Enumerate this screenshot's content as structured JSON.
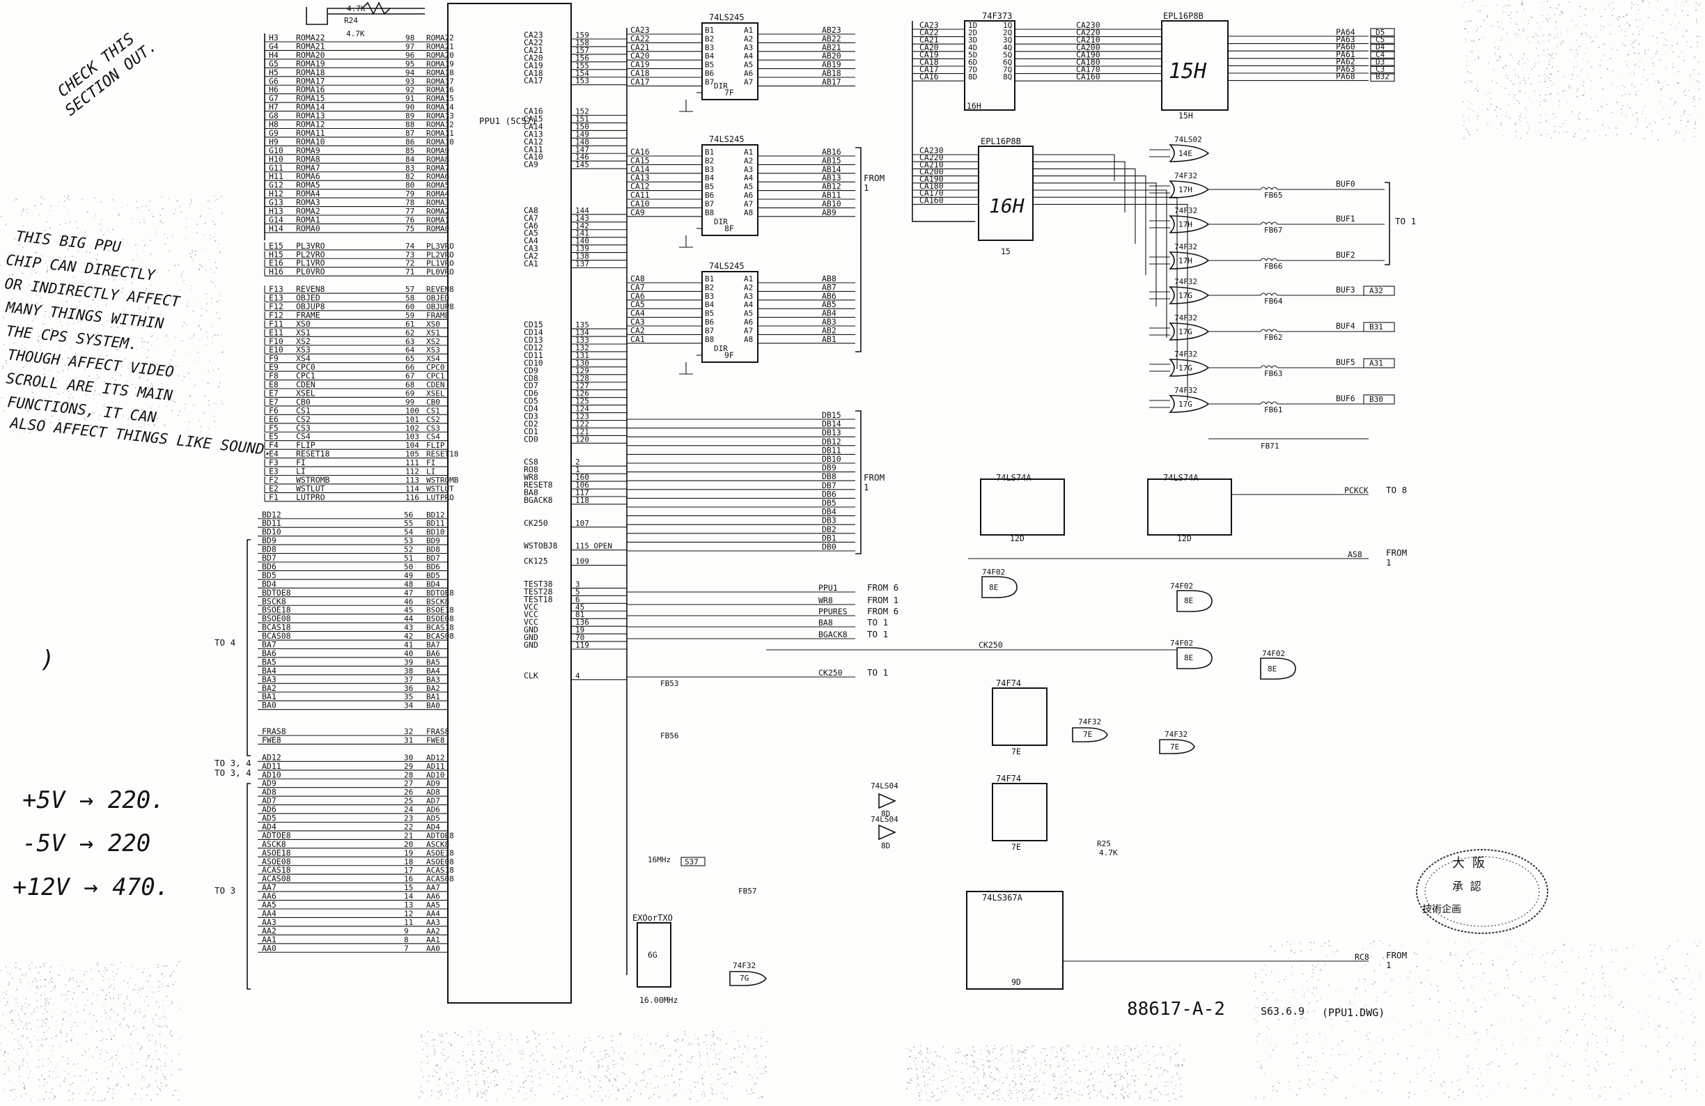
{
  "labels": {
    "r24_val_top": "4.7K",
    "r24_ref": "R24",
    "r24_val_bot": "4.7K",
    "ppu_chip": "PPU1 (5C57)",
    "to4": "TO 4",
    "to34a": "TO 3, 4",
    "to34b": "TO 3, 4",
    "to3": "TO 3",
    "to1": "TO 1",
    "from1a": "FROM",
    "one_a": "1",
    "from1b": "FROM",
    "one_b": "1"
  },
  "chips": {
    "f373": {
      "name": "74F373",
      "ref": "16H"
    },
    "epl15h": {
      "name": "EPL16P8B",
      "hand": "15H",
      "ref": "15H"
    },
    "epl16h": {
      "name": "EPL16P8B",
      "hand": "16H",
      "ref": "15"
    },
    "ff1": {
      "name": "74LS74A",
      "ref": "12D"
    },
    "ff2": {
      "name": "74LS74A",
      "ref": "12D"
    },
    "f74a": {
      "name": "74F74",
      "ref": "7E"
    },
    "f74b": {
      "name": "74F74",
      "ref": "7E"
    },
    "ls367": {
      "name": "74LS367A",
      "ref": "9D"
    },
    "osc": {
      "name": "EXOorTXO",
      "ref": "6G",
      "freq": "16.00MHz"
    }
  },
  "left_pins": [
    [
      "H3",
      "ROMA22",
      "98"
    ],
    [
      "G4",
      "ROMA21",
      "97"
    ],
    [
      "H4",
      "ROMA20",
      "96"
    ],
    [
      "G5",
      "ROMA19",
      "95"
    ],
    [
      "H5",
      "ROMA18",
      "94"
    ],
    [
      "G6",
      "ROMA17",
      "93"
    ],
    [
      "H6",
      "ROMA16",
      "92"
    ],
    [
      "G7",
      "ROMA15",
      "91"
    ],
    [
      "H7",
      "ROMA14",
      "90"
    ],
    [
      "G8",
      "ROMA13",
      "89"
    ],
    [
      "H8",
      "ROMA12",
      "88"
    ],
    [
      "G9",
      "ROMA11",
      "87"
    ],
    [
      "H9",
      "ROMA10",
      "86"
    ],
    [
      "G10",
      "ROMA9",
      "85"
    ],
    [
      "H10",
      "ROMA8",
      "84"
    ],
    [
      "G11",
      "ROMA7",
      "83"
    ],
    [
      "H11",
      "ROMA6",
      "82"
    ],
    [
      "G12",
      "ROMA5",
      "80"
    ],
    [
      "H12",
      "ROMA4",
      "79"
    ],
    [
      "G13",
      "ROMA3",
      "78"
    ],
    [
      "H13",
      "ROMA2",
      "77"
    ],
    [
      "G14",
      "ROMA1",
      "76"
    ],
    [
      "H14",
      "ROMA0",
      "75"
    ],
    [
      "",
      "",
      ""
    ],
    [
      "E15",
      "PL3VRO",
      "74"
    ],
    [
      "H15",
      "PL2VRO",
      "73"
    ],
    [
      "E16",
      "PL1VRO",
      "72"
    ],
    [
      "H16",
      "PL0VRO",
      "71"
    ],
    [
      "",
      "",
      ""
    ],
    [
      "F13",
      "REVEN8",
      "57"
    ],
    [
      "E13",
      "OBJED",
      "58"
    ],
    [
      "F12",
      "OBJUP8",
      "60"
    ],
    [
      "F12",
      "FRAME",
      "59"
    ],
    [
      "F11",
      "XS0",
      "61"
    ],
    [
      "E11",
      "XS1",
      "62"
    ],
    [
      "F10",
      "XS2",
      "63"
    ],
    [
      "E10",
      "XS3",
      "64"
    ],
    [
      "F9",
      "XS4",
      "65"
    ],
    [
      "E9",
      "CPC0",
      "66"
    ],
    [
      "F8",
      "CPC1",
      "67"
    ],
    [
      "E8",
      "CDEN",
      "68"
    ],
    [
      "E7",
      "XSEL",
      "69"
    ],
    [
      "E7",
      "CB0",
      "99"
    ],
    [
      "F6",
      "CS1",
      "100"
    ],
    [
      "E6",
      "CS2",
      "101"
    ],
    [
      "F5",
      "CS3",
      "102"
    ],
    [
      "E5",
      "CS4",
      "103"
    ],
    [
      "F4",
      "FLIP",
      "104"
    ],
    [
      "E4",
      "RESET18",
      "105"
    ],
    [
      "F3",
      "FI",
      "111"
    ],
    [
      "E3",
      "LI",
      "112"
    ],
    [
      "F2",
      "WSTROMB",
      "113"
    ],
    [
      "E2",
      "WSTLUT",
      "114"
    ],
    [
      "F1",
      "LUTPRO",
      "116"
    ],
    [
      "",
      "",
      ""
    ],
    [
      "BD12",
      "",
      "56"
    ],
    [
      "BD11",
      "",
      "55"
    ],
    [
      "BD10",
      "",
      "54"
    ],
    [
      "BD9",
      "",
      "53"
    ],
    [
      "BD8",
      "",
      "52"
    ],
    [
      "BD7",
      "",
      "51"
    ],
    [
      "BD6",
      "",
      "50"
    ],
    [
      "BD5",
      "",
      "49"
    ],
    [
      "BD4",
      "",
      "48"
    ],
    [
      "BDTOE8",
      "",
      "47"
    ],
    [
      "BSCK8",
      "",
      "46"
    ],
    [
      "BSOE18",
      "",
      "45"
    ],
    [
      "BSOE08",
      "",
      "44"
    ],
    [
      "BCAS18",
      "",
      "43"
    ],
    [
      "BCAS08",
      "",
      "42"
    ],
    [
      "BA7",
      "",
      "41"
    ],
    [
      "BA6",
      "",
      "40"
    ],
    [
      "BA5",
      "",
      "39"
    ],
    [
      "BA4",
      "",
      "38"
    ],
    [
      "BA3",
      "",
      "37"
    ],
    [
      "BA2",
      "",
      "36"
    ],
    [
      "BA1",
      "",
      "35"
    ],
    [
      "BA0",
      "",
      "34"
    ],
    [
      "",
      "",
      ""
    ],
    [
      "",
      "",
      ""
    ],
    [
      "FRAS8",
      "",
      "32"
    ],
    [
      "FWE8",
      "",
      "31"
    ],
    [
      "",
      "",
      ""
    ],
    [
      "AD12",
      "",
      "30"
    ],
    [
      "AD11",
      "",
      "29"
    ],
    [
      "AD10",
      "",
      "28"
    ],
    [
      "AD9",
      "",
      "27"
    ],
    [
      "AD8",
      "",
      "26"
    ],
    [
      "AD7",
      "",
      "25"
    ],
    [
      "AD6",
      "",
      "24"
    ],
    [
      "AD5",
      "",
      "23"
    ],
    [
      "AD4",
      "",
      "22"
    ],
    [
      "ADTOE8",
      "",
      "21"
    ],
    [
      "ASCK8",
      "",
      "20"
    ],
    [
      "ASOE18",
      "",
      "19"
    ],
    [
      "ASOE08",
      "",
      "18"
    ],
    [
      "ACAS18",
      "",
      "17"
    ],
    [
      "ACAS08",
      "",
      "16"
    ],
    [
      "AA7",
      "",
      "15"
    ],
    [
      "AA6",
      "",
      "14"
    ],
    [
      "AA5",
      "",
      "13"
    ],
    [
      "AA4",
      "",
      "12"
    ],
    [
      "AA3",
      "",
      "11"
    ],
    [
      "AA2",
      "",
      "9"
    ],
    [
      "AA1",
      "",
      "8"
    ],
    [
      "AA0",
      "",
      "7"
    ]
  ],
  "right_pins": [
    [
      "CA23",
      "159"
    ],
    [
      "CA22",
      "158"
    ],
    [
      "CA21",
      "157"
    ],
    [
      "CA20",
      "156"
    ],
    [
      "CA19",
      "155"
    ],
    [
      "CA18",
      "154"
    ],
    [
      "CA17",
      "153"
    ],
    [
      "",
      ""
    ],
    [
      "",
      ""
    ],
    [
      "",
      ""
    ],
    [
      "CA16",
      "152"
    ],
    [
      "CA15",
      "151"
    ],
    [
      "CA14",
      "150"
    ],
    [
      "CA13",
      "149"
    ],
    [
      "CA12",
      "148"
    ],
    [
      "CA11",
      "147"
    ],
    [
      "CA10",
      "146"
    ],
    [
      "CA9",
      "145"
    ],
    [
      "",
      ""
    ],
    [
      "",
      ""
    ],
    [
      "",
      ""
    ],
    [
      "",
      ""
    ],
    [
      "",
      ""
    ],
    [
      "CA8",
      "144"
    ],
    [
      "CA7",
      "143"
    ],
    [
      "CA6",
      "142"
    ],
    [
      "CA5",
      "141"
    ],
    [
      "CA4",
      "140"
    ],
    [
      "CA3",
      "139"
    ],
    [
      "CA2",
      "138"
    ],
    [
      "CA1",
      "137"
    ],
    [
      "",
      ""
    ],
    [
      "",
      ""
    ],
    [
      "",
      ""
    ],
    [
      "",
      ""
    ],
    [
      "",
      ""
    ],
    [
      "",
      ""
    ],
    [
      "",
      ""
    ],
    [
      "CD15",
      "135"
    ],
    [
      "CD14",
      "134"
    ],
    [
      "CD13",
      "133"
    ],
    [
      "CD12",
      "132"
    ],
    [
      "CD11",
      "131"
    ],
    [
      "CD10",
      "130"
    ],
    [
      "CD9",
      "129"
    ],
    [
      "CD8",
      "128"
    ],
    [
      "CD7",
      "127"
    ],
    [
      "CD6",
      "126"
    ],
    [
      "CD5",
      "125"
    ],
    [
      "CD4",
      "124"
    ],
    [
      "CD3",
      "123"
    ],
    [
      "CD2",
      "122"
    ],
    [
      "CD1",
      "121"
    ],
    [
      "CD0",
      "120"
    ],
    [
      "",
      ""
    ],
    [
      "",
      ""
    ],
    [
      "CS8",
      "2"
    ],
    [
      "RO8",
      "1"
    ],
    [
      "WR8",
      "160"
    ],
    [
      "RESET8",
      "106"
    ],
    [
      "BA8",
      "117"
    ],
    [
      "BGACK8",
      "118"
    ],
    [
      "",
      ""
    ],
    [
      "",
      ""
    ],
    [
      "CK250",
      "107"
    ],
    [
      "",
      ""
    ],
    [
      "",
      ""
    ],
    [
      "WSTOBJ8",
      "115 OPEN"
    ],
    [
      "",
      ""
    ],
    [
      "CK125",
      "109"
    ],
    [
      "",
      ""
    ],
    [
      "",
      ""
    ],
    [
      "TEST38",
      "3"
    ],
    [
      "TEST28",
      "5"
    ],
    [
      "TEST18",
      "6"
    ],
    [
      "VCC",
      "45"
    ],
    [
      "VCC",
      "81"
    ],
    [
      "VCC",
      "136"
    ],
    [
      "GND",
      "19"
    ],
    [
      "GND",
      "70"
    ],
    [
      "GND",
      "119"
    ],
    [
      "",
      ""
    ],
    [
      "",
      ""
    ],
    [
      "",
      ""
    ],
    [
      "CLK",
      "4"
    ]
  ],
  "buffers": [
    {
      "name": "74LS245",
      "ref": "7F",
      "in": [
        "CA23",
        "CA22",
        "CA21",
        "CA20",
        "CA19",
        "CA18",
        "CA17"
      ],
      "out": [
        "AB23",
        "AB22",
        "AB21",
        "AB20",
        "AB19",
        "AB18",
        "AB17"
      ]
    },
    {
      "name": "74LS245",
      "ref": "8F",
      "in": [
        "CA16",
        "CA15",
        "CA14",
        "CA13",
        "CA12",
        "CA11",
        "CA10",
        "CA9"
      ],
      "out": [
        "AB16",
        "AB15",
        "AB14",
        "AB13",
        "AB12",
        "AB11",
        "AB10",
        "AB9"
      ]
    },
    {
      "name": "74LS245",
      "ref": "9F",
      "in": [
        "CA8",
        "CA7",
        "CA6",
        "CA5",
        "CA4",
        "CA3",
        "CA2",
        "CA1"
      ],
      "out": [
        "AB8",
        "AB7",
        "AB6",
        "AB5",
        "AB4",
        "AB3",
        "AB2",
        "AB1"
      ]
    }
  ],
  "data_outs": [
    "DB15",
    "DB14",
    "DB13",
    "DB12",
    "DB11",
    "DB10",
    "DB9",
    "DB8",
    "DB7",
    "DB6",
    "DB5",
    "DB4",
    "DB3",
    "DB2",
    "DB1",
    "DB0"
  ],
  "mid_signals": [
    [
      "PPU1",
      "FROM 6"
    ],
    [
      "WR8",
      "FROM 1"
    ],
    [
      "PPURES",
      "FROM 6"
    ],
    [
      "BA8",
      "TO 1"
    ],
    [
      "BGACK8",
      "TO 1"
    ],
    [
      "CK250",
      "TO 1"
    ]
  ],
  "latch_in": [
    "CA23",
    "CA22",
    "CA21",
    "CA20",
    "CA19",
    "CA18",
    "CA17",
    "CA16"
  ],
  "latch_out": [
    "CA230",
    "CA220",
    "CA210",
    "CA200",
    "CA190",
    "CA180",
    "CA170",
    "CA160"
  ],
  "epl_out": [
    [
      "PA64",
      "D5"
    ],
    [
      "PA63",
      "C5"
    ],
    [
      "PA60",
      "D4"
    ],
    [
      "PA61",
      "C4"
    ],
    [
      "PA62",
      "D3"
    ],
    [
      "PA63",
      "C3"
    ],
    [
      "PA68",
      "B32"
    ]
  ],
  "epl16_in": [
    "CA230",
    "CA220",
    "CA210",
    "CA200",
    "CA190",
    "CA180",
    "CA170",
    "CA160"
  ],
  "gates": [
    {
      "type": "74LS02",
      "ref": "14E"
    },
    {
      "type": "74F32",
      "ref": "17H"
    },
    {
      "type": "74F32",
      "ref": "17H"
    },
    {
      "type": "74F32",
      "ref": "17H"
    },
    {
      "type": "74F32",
      "ref": "17G"
    },
    {
      "type": "74F32",
      "ref": "17G"
    },
    {
      "type": "74F32",
      "ref": "17G"
    },
    {
      "type": "74F32",
      "ref": "17G"
    }
  ],
  "bufs": [
    {
      "fb": "FB65",
      "name": "BUF0",
      "pin": ""
    },
    {
      "fb": "FB67",
      "name": "BUF1",
      "pin": ""
    },
    {
      "fb": "FB66",
      "name": "BUF2",
      "pin": ""
    },
    {
      "fb": "FB64",
      "name": "BUF3",
      "pin": "A32"
    },
    {
      "fb": "FB62",
      "name": "BUF4",
      "pin": "B31"
    },
    {
      "fb": "FB63",
      "name": "BUF5",
      "pin": "A31"
    },
    {
      "fb": "FB61",
      "name": "BUF6",
      "pin": "B30"
    }
  ],
  "misc": {
    "fb71": "FB71",
    "pckck": "PCKCK",
    "to8": "TO 8",
    "as8": "AS8",
    "from1c": "FROM",
    "one_c": "1",
    "gate_02": "74F02",
    "ref_8e": "8E",
    "ck250": "CK250",
    "fb53": "FB53",
    "fb56": "FB56",
    "fb57": "FB57",
    "f32": "74F32",
    "ref_7e": "7E",
    "ls04": "74LS04",
    "ref_8d": "8D",
    "r25": "R25",
    "r25v": "4.7K",
    "rc8": "RC8",
    "from1d": "FROM",
    "one_d": "1",
    "mhz16": "16MHz",
    "s37": "S37",
    "ref_7g": "7G"
  },
  "title_block": {
    "drawing_no": "88617-A-2",
    "date": "S63.6.9",
    "file": "(PPU1.DWG)"
  },
  "stamp": {
    "line1": "大  阪",
    "line2": "承  認",
    "line3": "技術企画"
  },
  "notes": {
    "check1": "CHECK THIS",
    "check2": "SECTION OUT.",
    "ppu": [
      "THIS BIG PPU",
      "CHIP CAN DIRECTLY",
      "OR INDIRECTLY AFFECT",
      "MANY THINGS WITHIN",
      "THE CPS SYSTEM.",
      "THOUGH AFFECT VIDEO",
      "SCROLL ARE ITS MAIN",
      "FUNCTIONS, IT CAN",
      "ALSO AFFECT THINGS LIKE SOUND."
    ],
    "volts": [
      "+5V → 220.",
      "-5V → 220",
      "+12V → 470."
    ],
    "paren": ")"
  }
}
